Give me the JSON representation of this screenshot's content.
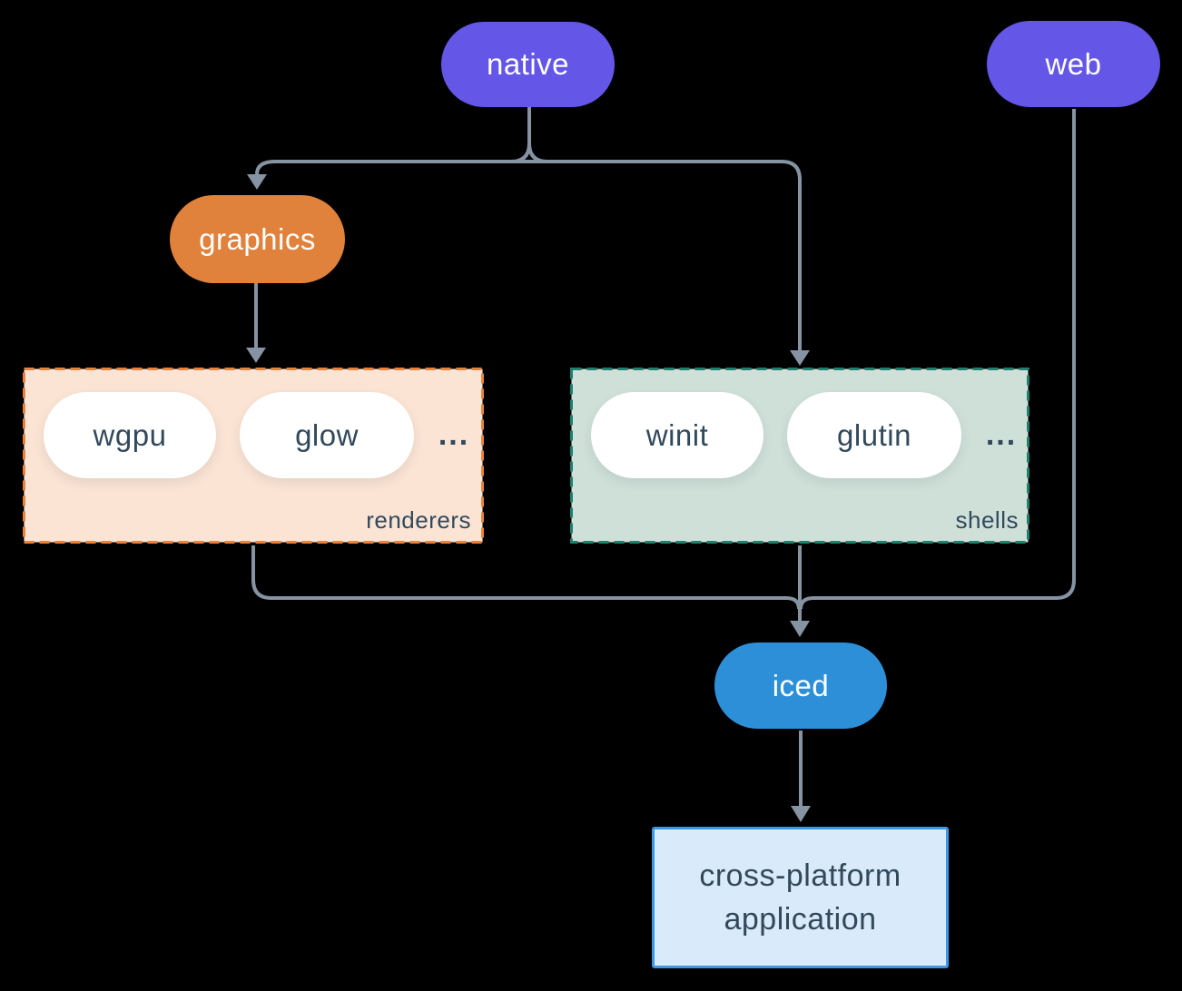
{
  "diagram": {
    "background_color": "#000000",
    "connector_color": "#8593a3",
    "nodes": {
      "native": {
        "label": "native",
        "fill": "#6456e6",
        "text_color": "#ffffff"
      },
      "web": {
        "label": "web",
        "fill": "#6456e6",
        "text_color": "#ffffff"
      },
      "graphics": {
        "label": "graphics",
        "fill": "#e0813c",
        "text_color": "#ffffff"
      },
      "iced": {
        "label": "iced",
        "fill": "#2e8fd9",
        "text_color": "#ffffff"
      },
      "application": {
        "lines": [
          "cross-platform",
          "application"
        ],
        "fill": "#d9eafa",
        "border_color": "#3e97e6",
        "text_color": "#32495c"
      }
    },
    "groups": {
      "renderers": {
        "label": "renderers",
        "fill": "#fbe4d4",
        "border_color": "#e8823c",
        "items": [
          "wgpu",
          "glow"
        ],
        "ellipsis": "...",
        "item_text_color": "#32495c"
      },
      "shells": {
        "label": "shells",
        "fill": "#cfe0d9",
        "border_color": "#1f8070",
        "items": [
          "winit",
          "glutin"
        ],
        "ellipsis": "...",
        "item_text_color": "#32495c"
      }
    },
    "edges": [
      {
        "from": "native",
        "to": "graphics"
      },
      {
        "from": "native",
        "to": "shells"
      },
      {
        "from": "graphics",
        "to": "renderers"
      },
      {
        "from": "renderers",
        "to": "iced"
      },
      {
        "from": "shells",
        "to": "iced"
      },
      {
        "from": "web",
        "to": "iced"
      },
      {
        "from": "iced",
        "to": "application"
      }
    ]
  }
}
